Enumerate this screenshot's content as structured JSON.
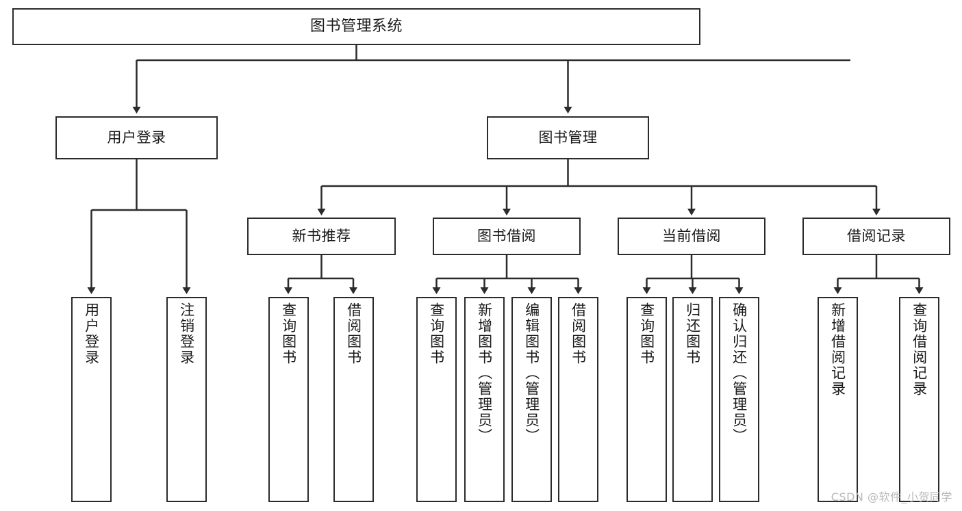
{
  "diagram": {
    "title": "图书管理系统",
    "type": "tree",
    "stroke_color": "#2b2b2b",
    "fill_color": "#ffffff",
    "text_color": "#1a1a1a"
  },
  "root": {
    "label": "图书管理系统"
  },
  "level2": [
    {
      "label": "用户登录"
    },
    {
      "label": "图书管理"
    }
  ],
  "level3": [
    {
      "label": "新书推荐"
    },
    {
      "label": "图书借阅"
    },
    {
      "label": "当前借阅"
    },
    {
      "label": "借阅记录"
    }
  ],
  "leaves": {
    "user_login": [
      {
        "label": "用户登录"
      },
      {
        "label": "注销登录"
      }
    ],
    "new_book": [
      {
        "label": "查询图书"
      },
      {
        "label": "借阅图书"
      }
    ],
    "borrow_book": [
      {
        "label": "查询图书"
      },
      {
        "label": "新增图书（管理员）"
      },
      {
        "label": "编辑图书（管理员）"
      },
      {
        "label": "借阅图书"
      }
    ],
    "current_borrow": [
      {
        "label": "查询图书"
      },
      {
        "label": "归还图书"
      },
      {
        "label": "确认归还（管理员）"
      }
    ],
    "borrow_record": [
      {
        "label": "新增借阅记录"
      },
      {
        "label": "查询借阅记录"
      }
    ]
  },
  "watermark": {
    "text": "CSDN @软件_小贺同学"
  }
}
